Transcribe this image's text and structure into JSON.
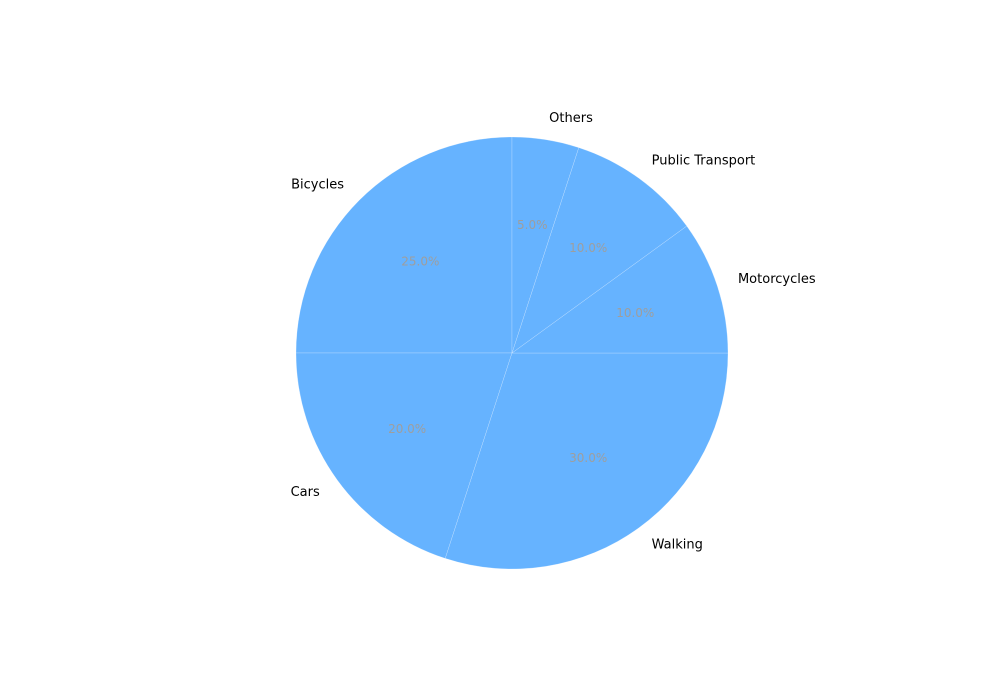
{
  "chart_data": {
    "type": "pie",
    "title": "",
    "categories": [
      "Bicycles",
      "Cars",
      "Walking",
      "Motorcycles",
      "Public Transport",
      "Others"
    ],
    "values": [
      25.0,
      20.0,
      30.0,
      10.0,
      10.0,
      5.0
    ],
    "value_labels": [
      "25.0%",
      "20.0%",
      "30.0%",
      "10.0%",
      "10.0%",
      "5.0%"
    ],
    "start_angle_deg": 90,
    "direction": "counterclockwise",
    "slice_color": "#66b3ff",
    "percent_label_color": "#9e9e9e",
    "legend": "none"
  }
}
